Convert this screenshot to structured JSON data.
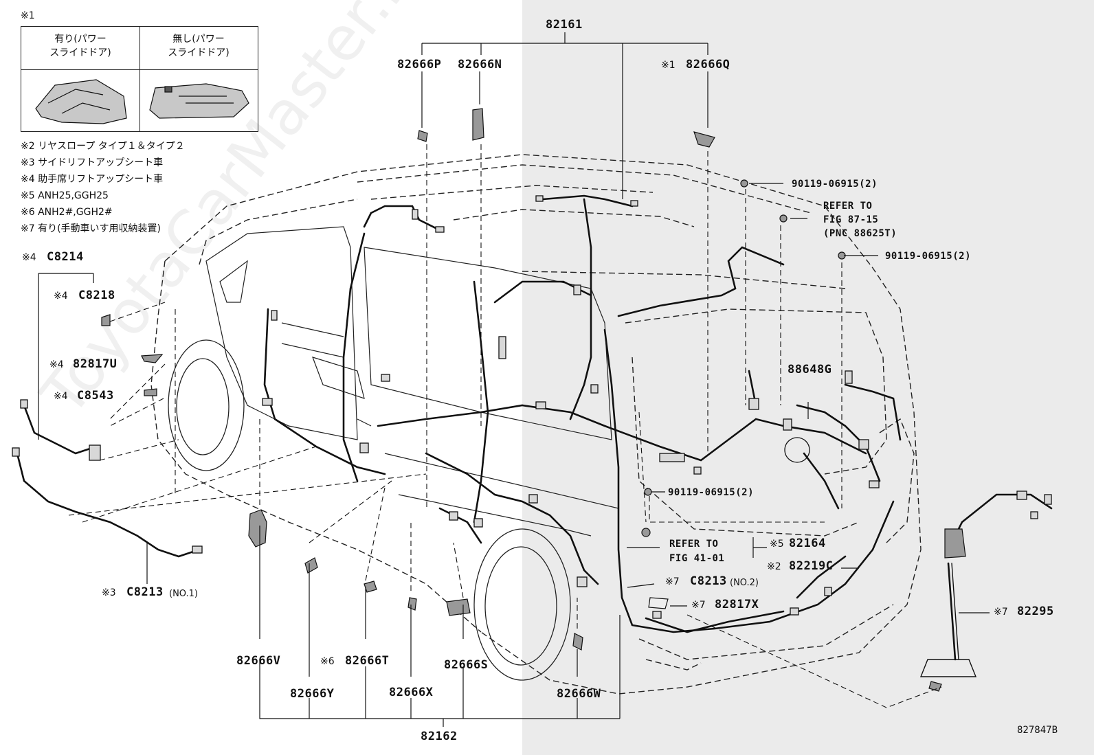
{
  "watermark": "ToyotaCarMaster.ru",
  "legend": {
    "ref_mark": "※1",
    "col_with": "有り(パワー\nスライドドア)",
    "col_without": "無し(パワー\nスライドドア)"
  },
  "notes": [
    "※2 リヤスロープ タイプ１＆タイプ２",
    "※3 サイドリフトアップシート車",
    "※4 助手席リフトアップシート車",
    "※5 ANH25,GGH25",
    "※6 ANH2#,GGH2#",
    "※7 有り(手動車いす用収納装置)"
  ],
  "part_labels": {
    "p82161": "82161",
    "p82666P": "82666P",
    "p82666N": "82666N",
    "p82666Q_mark": "※1",
    "p82666Q": "82666Q",
    "p90119_a": "90119-06915(2)",
    "refer_87_1": "REFER TO",
    "refer_87_2": "FIG 87-15",
    "refer_87_3": "(PNC 88625T)",
    "p90119_b": "90119-06915(2)",
    "p88648G": "88648G",
    "p90119_c": "90119-06915(2)",
    "refer_41_1": "REFER TO",
    "refer_41_2": "FIG 41-01",
    "p82164_mark": "※5",
    "p82164": "82164",
    "p82219C_mark": "※2",
    "p82219C": "82219C",
    "pC8213_2_mark": "※7",
    "pC8213_2": "C8213",
    "pC8213_2_sfx": "(NO.2)",
    "p82817X_mark": "※7",
    "p82817X": "82817X",
    "p82295_mark": "※7",
    "p82295": "82295",
    "pC8214_mark": "※4",
    "pC8214": "C8214",
    "pC8218_mark": "※4",
    "pC8218": "C8218",
    "p82817U_mark": "※4",
    "p82817U": "82817U",
    "pC8543_mark": "※4",
    "pC8543": "C8543",
    "pC8213_1_mark": "※3",
    "pC8213_1": "C8213",
    "pC8213_1_sfx": "(NO.1)",
    "p82666V": "82666V",
    "p82666T_mark": "※6",
    "p82666T": "82666T",
    "p82666S": "82666S",
    "p82666Y": "82666Y",
    "p82666X": "82666X",
    "p82666W": "82666W",
    "p82162": "82162",
    "fig_id": "827847B"
  }
}
